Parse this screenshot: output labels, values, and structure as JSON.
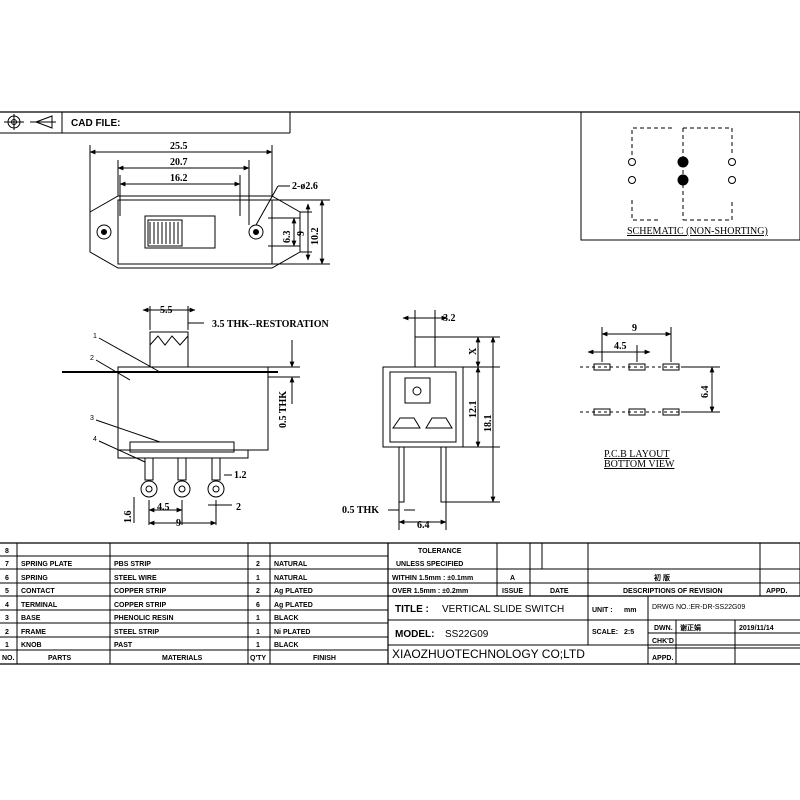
{
  "header": {
    "cad_label": "CAD FILE:"
  },
  "top_view": {
    "dims": [
      "25.5",
      "20.7",
      "16.2",
      "2-ø2.6",
      "6.3",
      "9",
      "10.2"
    ]
  },
  "front_view": {
    "dims": [
      "5.5",
      "3.5 THK--RESTORATION",
      "0.5 THK",
      "1.2",
      "4.5",
      "2",
      "1.6",
      "9"
    ],
    "callouts": [
      "1",
      "2",
      "3",
      "4"
    ]
  },
  "side_view": {
    "dims": [
      "3.2",
      "X",
      "12.1",
      "18.1",
      "0.5 THK",
      "6.4"
    ]
  },
  "pcb": {
    "dims": [
      "9",
      "4.5",
      "6.4"
    ],
    "label_line1": "P.C.B LAYOUT",
    "label_line2": "BOTTOM VIEW"
  },
  "schematic": {
    "label": "SCHEMATIC (NON-SHORTING)"
  },
  "parts": {
    "rows": [
      {
        "no": "8",
        "part": "",
        "material": "",
        "qty": "",
        "finish": ""
      },
      {
        "no": "7",
        "part": "SPRING PLATE",
        "material": "PBS STRIP",
        "qty": "2",
        "finish": "NATURAL"
      },
      {
        "no": "6",
        "part": "SPRING",
        "material": "STEEL WIRE",
        "qty": "1",
        "finish": "NATURAL"
      },
      {
        "no": "5",
        "part": "CONTACT",
        "material": "COPPER STRIP",
        "qty": "2",
        "finish": "Ag PLATED"
      },
      {
        "no": "4",
        "part": "TERMINAL",
        "material": "COPPER STRIP",
        "qty": "6",
        "finish": "Ag PLATED"
      },
      {
        "no": "3",
        "part": "BASE",
        "material": "PHENOLIC RESIN",
        "qty": "1",
        "finish": "BLACK"
      },
      {
        "no": "2",
        "part": "FRAME",
        "material": "STEEL STRIP",
        "qty": "1",
        "finish": "Ni PLATED"
      },
      {
        "no": "1",
        "part": "KNOB",
        "material": "PAST",
        "qty": "1",
        "finish": "BLACK"
      }
    ],
    "header": {
      "no": "NO.",
      "part": "PARTS",
      "material": "MATERIALS",
      "qty": "Q'TY",
      "finish": "FINISH"
    }
  },
  "tolerance": {
    "title": "TOLERANCE",
    "subtitle": "UNLESS  SPECIFIED",
    "within": "WITHIN 1.5mm : ±0.1mm",
    "over": "OVER 1.5mm : ±0.2mm",
    "rev_a": "A",
    "issue": "ISSUE",
    "date": "DATE",
    "chinese": "初 版",
    "descriptions": "DESCRIPTIONS OF REVISION",
    "appd": "APPD."
  },
  "titleblock": {
    "title_label": "TITLE :",
    "title_value": "VERTICAL SLIDE SWITCH",
    "model_label": "MODEL:",
    "model_value": "SS22G09",
    "unit_label": "UNIT :",
    "unit_value": "mm",
    "scale_label": "SCALE:",
    "scale_value": "2:5",
    "dwg_no": "DRWG NO.:ER-DR-SS22G09",
    "dwn_label": "DWN.",
    "dwn_value": "谢正娟",
    "dwn_date": "2019/11/14",
    "chkd": "CHK'D",
    "appd": "APPD.",
    "company": "XIAOZHUOTECHNOLOGY CO;LTD"
  }
}
